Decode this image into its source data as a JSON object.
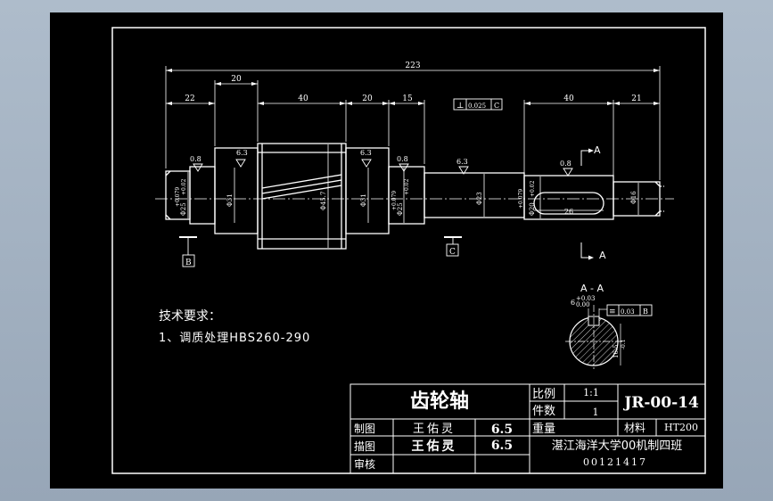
{
  "drawing": {
    "dimensions": {
      "overall": "223",
      "d22": "22",
      "d20_top": "20",
      "d40_a": "40",
      "d20_b": "20",
      "d15": "15",
      "d40_b": "40",
      "d21": "21",
      "d26": "26"
    },
    "diameters": {
      "phi25_left": "Φ25",
      "tol_left_up": "+0.079",
      "tol_left_down": "+0.02",
      "phi31_left": "Φ31",
      "phi45_7": "Φ45.7",
      "phi31_right": "Φ31",
      "phi25_right": "Φ25",
      "tol_right_up": "+0.079",
      "tol_right_down": "+0.02",
      "phi23": "Φ23",
      "phi20": "Φ20",
      "tol_20_up": "+0.079",
      "tol_20_down": "+0.02",
      "phi16": "Φ16"
    },
    "roughness": {
      "r1": "0.8",
      "r2": "6.3",
      "r3": "6.3",
      "r4": "0.8",
      "r5": "6.3",
      "r6": "0.8"
    },
    "tolerance_frame": {
      "symbol": "⊥",
      "value": "0.025",
      "datum": "C"
    },
    "datums": {
      "b": "B",
      "c": "C"
    },
    "section_labels": {
      "a_top": "A",
      "a_bottom": "A",
      "section_title": "A - A"
    },
    "section": {
      "key_top": "+0.03",
      "key_bot": "0.00",
      "key_width": "6",
      "frame_symbol": "≡",
      "frame_value": "0.03",
      "frame_datum": "B",
      "depth_label": "16.5",
      "depth_tol": "-0.1"
    },
    "notes": {
      "heading": "技术要求：",
      "item1": "1、调质处理HBS260-290"
    }
  },
  "title_block": {
    "part_name": "齿轮轴",
    "scale_label": "比例",
    "scale_value": "1:1",
    "qty_label": "件数",
    "qty_value": "1",
    "weight_label": "重量",
    "material_label": "材料",
    "material_value": "HT200",
    "drawing_no": "JR-00-14",
    "drawn_label": "制图",
    "traced_label": "描图",
    "checked_label": "审核",
    "drawn_name": "王佑灵",
    "traced_name": "王佑灵",
    "drawn_date": "6.5",
    "traced_date": "6.5",
    "school": "湛江海洋大学00机制四班",
    "student_id": "00121417"
  },
  "colors": {
    "background": "#000000",
    "lines": "#ffffff",
    "desktop": "#a3b2c3"
  }
}
